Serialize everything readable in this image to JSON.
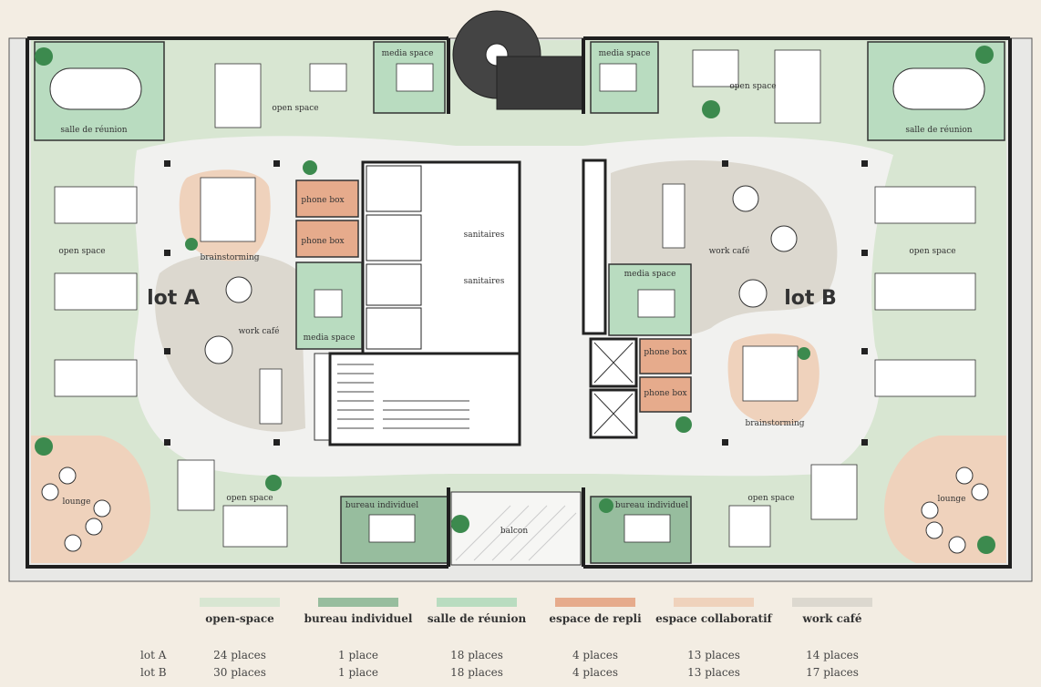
{
  "colors": {
    "open_space": "#d8e6d2",
    "bureau_individuel": "#97bd9e",
    "salle_de_reunion": "#b9dcc0",
    "espace_de_repli": "#e6ab8c",
    "espace_collaboratif": "#efd2bc",
    "work_cafe": "#dcd8cf",
    "corridor": "#f1f1ef",
    "wall": "#1f1f1f"
  },
  "plan": {
    "lot_a": "lot A",
    "lot_b": "lot B",
    "labels": {
      "salle_reunion_a": "salle de réunion",
      "salle_reunion_b": "salle de réunion",
      "open_space_a_top": "open space",
      "open_space_a_left1": "open space",
      "open_space_a_bottom": "open space",
      "open_space_b_top": "open space",
      "open_space_b_right": "open space",
      "open_space_b_bottom": "open space",
      "media_space_a_top": "media space",
      "media_space_b_top": "media space",
      "media_space_a": "media space",
      "media_space_b": "media space",
      "phone_box_a1": "phone box",
      "phone_box_a2": "phone box",
      "phone_box_b1": "phone box",
      "phone_box_b2": "phone box",
      "brainstorming_a": "brainstorming",
      "brainstorming_b": "brainstorming",
      "work_cafe_a": "work café",
      "work_cafe_b": "work café",
      "sanitaires_1": "sanitaires",
      "sanitaires_2": "sanitaires",
      "lounge_a": "lounge",
      "lounge_b": "lounge",
      "bureau_individuel_a": "bureau individuel",
      "bureau_individuel_b": "bureau individuel",
      "balcon": "balcon"
    }
  },
  "legend": {
    "categories": [
      {
        "label": "open-space",
        "color": "#d8e6d2"
      },
      {
        "label": "bureau individuel",
        "color": "#97bd9e"
      },
      {
        "label": "salle de réunion",
        "color": "#b9dcc0"
      },
      {
        "label": "espace de repli",
        "color": "#e6ab8c"
      },
      {
        "label": "espace collaboratif",
        "color": "#efd2bc"
      },
      {
        "label": "work café",
        "color": "#dcd8cf"
      }
    ],
    "rows": [
      {
        "label": "lot A",
        "values": [
          "24 places",
          "1 place",
          "18 places",
          "4 places",
          "13 places",
          "14 places"
        ]
      },
      {
        "label": "lot B",
        "values": [
          "30 places",
          "1 place",
          "18 places",
          "4 places",
          "13 places",
          "17 places"
        ]
      }
    ]
  }
}
